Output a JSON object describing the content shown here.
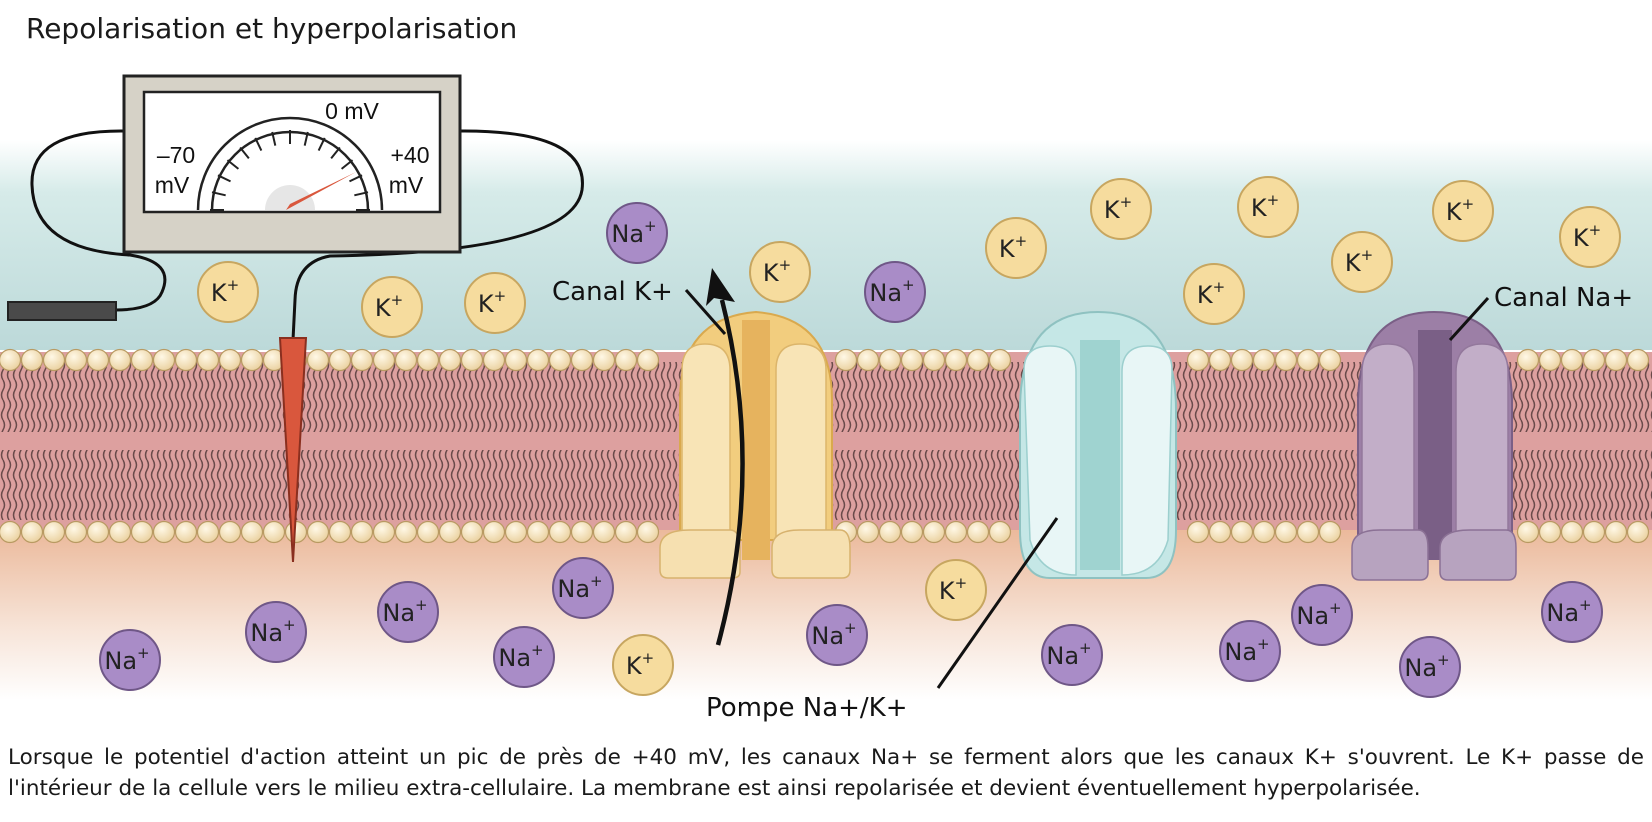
{
  "title": "Repolarisation et hyperpolarisation",
  "caption": "Lorsque le potentiel d'action atteint un pic de près de +40 mV, les canaux Na+ se ferment alors que les canaux K+ s'ouvrent. Le K+ passe de l'intérieur de la cellule vers le milieu extra-cellulaire. La membrane est ainsi repolarisée et devient éventuellement hyperpolarisée.",
  "meter": {
    "zero_label": "0 mV",
    "min_value": "–70",
    "min_unit": "mV",
    "max_value": "+40",
    "max_unit": "mV"
  },
  "labels": {
    "k_channel": "Canal K+",
    "na_channel": "Canal Na+",
    "pump": "Pompe Na+/K+"
  },
  "ions": {
    "na": {
      "symbol": "Na",
      "charge": "+",
      "color": "#a98cc7"
    },
    "k": {
      "symbol": "K",
      "charge": "+",
      "color": "#f6dc9e"
    }
  },
  "colors": {
    "k_channel": "#f2cd7e",
    "pump": "#c5e7e6",
    "na_channel": "#9c7fa6",
    "membrane_core": "#dda09f",
    "head": "#f5e4c0",
    "electrode": "#d9573d"
  }
}
